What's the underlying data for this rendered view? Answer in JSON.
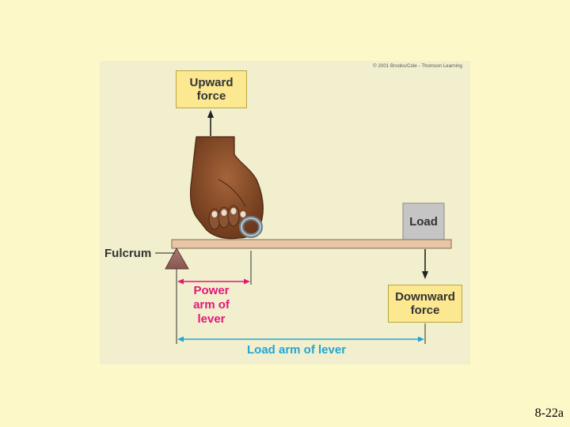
{
  "copyright": "© 2001 Brooks/Cole - Thomson Learning",
  "labels": {
    "upward_force": "Upward\nforce",
    "load": "Load",
    "fulcrum": "Fulcrum",
    "power_arm": "Power\narm of\nlever",
    "downward_force": "Downward\nforce",
    "load_arm": "Load arm of lever"
  },
  "colors": {
    "slide_background": "#fdf8c7",
    "figure_background": "#f1efcd",
    "force_box": "#fbe891",
    "power_arm": "#e0197a",
    "load_arm": "#22a6d4",
    "lever": "#e7c6a6",
    "fulcrum": "#9b6b68"
  },
  "slide_number": "8-22a"
}
